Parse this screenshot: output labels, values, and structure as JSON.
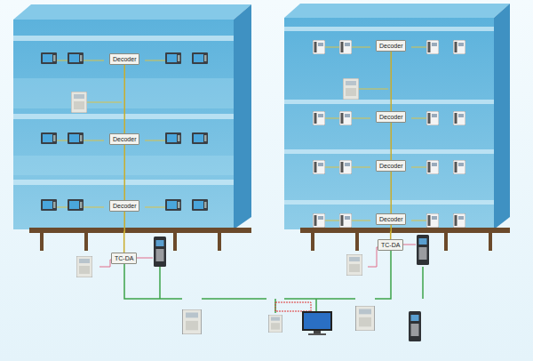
{
  "diagram": {
    "nodes": [
      {
        "text": [
          "Decoder"
        ]
      },
      {
        "text": [
          "Decoder"
        ]
      },
      {
        "text": [
          "Decoder"
        ]
      },
      {
        "text": [
          "Decoder"
        ]
      },
      {
        "text": [
          "Decoder"
        ]
      },
      {
        "text": [
          "Decoder"
        ]
      },
      {
        "text": [
          "Decoder"
        ]
      },
      {
        "text": [
          "TC-DA"
        ]
      },
      {
        "text": [
          "TC-DA"
        ]
      }
    ],
    "edges": [
      {
        "from": 0,
        "to": 1,
        "arrow": "none"
      },
      {
        "from": 1,
        "to": 2,
        "arrow": "none"
      },
      {
        "from": 2,
        "to": 7,
        "arrow": "none"
      },
      {
        "from": 3,
        "to": 4,
        "arrow": "none"
      },
      {
        "from": 4,
        "to": 5,
        "arrow": "none"
      },
      {
        "from": 5,
        "to": 6,
        "arrow": "none"
      },
      {
        "from": 6,
        "to": 8,
        "arrow": "none"
      }
    ]
  }
}
